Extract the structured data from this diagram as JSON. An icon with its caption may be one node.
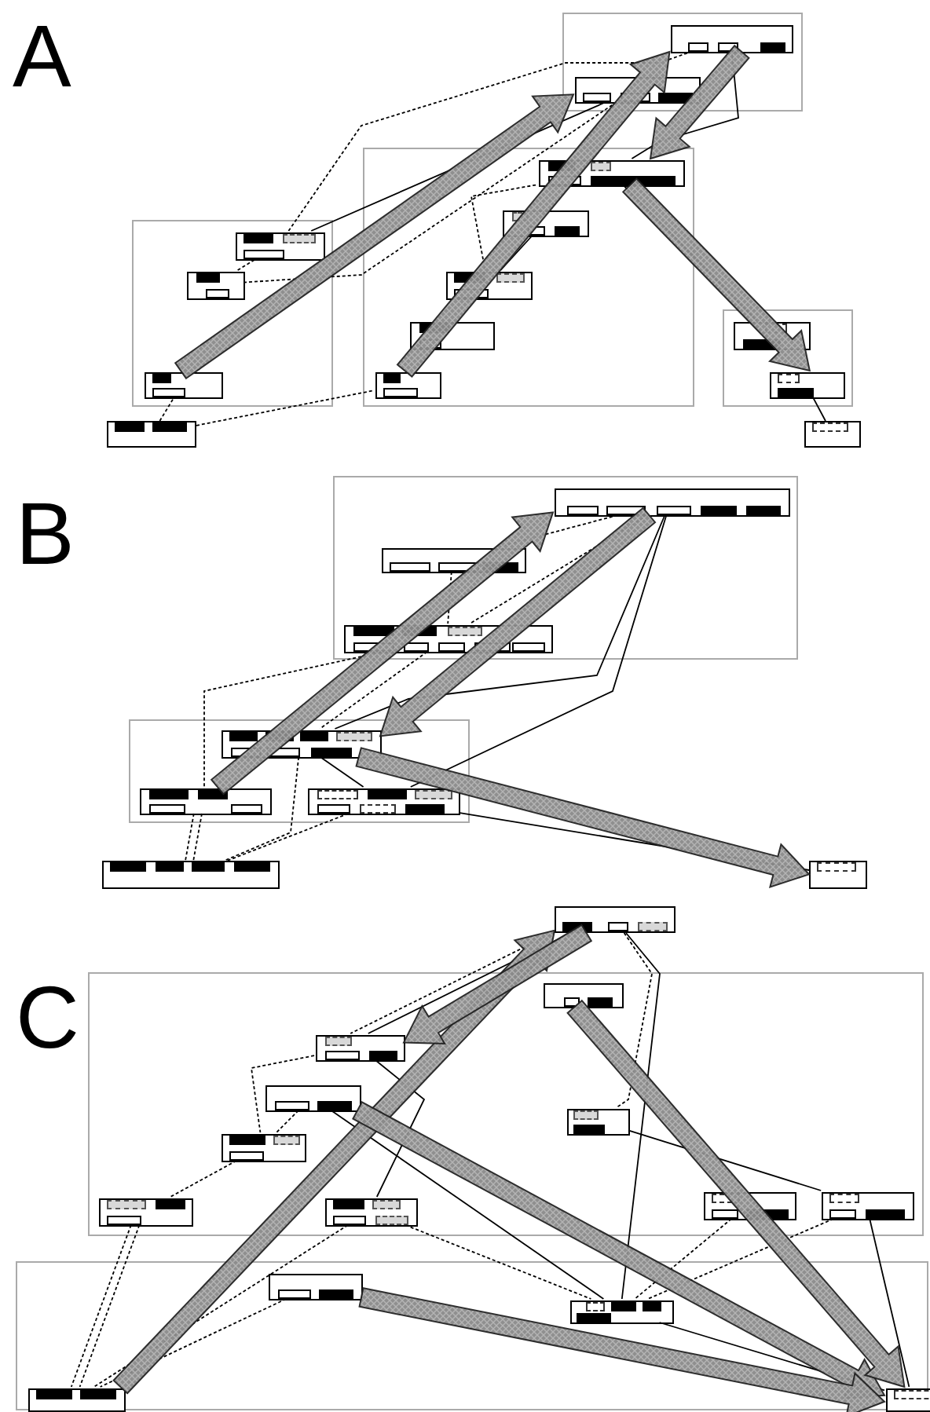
{
  "diagram": {
    "nodes": [
      {
        "text": [],
        "shape": "box"
      },
      {
        "text": [],
        "shape": "box",
        "in": 0
      },
      {
        "text": [],
        "shape": "box",
        "in": 0
      },
      {
        "text": [],
        "shape": "box"
      },
      {
        "text": [],
        "shape": "box",
        "in": 3
      },
      {
        "text": [],
        "shape": "box",
        "in": 3
      },
      {
        "text": [],
        "shape": "box",
        "in": 3
      },
      {
        "text": [],
        "shape": "box"
      },
      {
        "text": [],
        "shape": "box",
        "in": 7
      },
      {
        "text": [],
        "shape": "box",
        "in": 7
      },
      {
        "text": [],
        "shape": "box",
        "in": 7
      },
      {
        "text": [],
        "shape": "box",
        "in": 7
      },
      {
        "text": [],
        "shape": "box",
        "in": 7
      },
      {
        "text": [],
        "shape": "box"
      },
      {
        "text": [],
        "shape": "box",
        "in": 13
      },
      {
        "text": [],
        "shape": "box",
        "in": 13
      },
      {
        "text": [],
        "shape": "box"
      },
      {
        "text": [],
        "shape": "box"
      },
      {
        "text": [],
        "shape": "box"
      },
      {
        "text": [],
        "shape": "box",
        "in": 18
      },
      {
        "text": [],
        "shape": "box",
        "in": 18
      },
      {
        "text": [],
        "shape": "box",
        "in": 18
      },
      {
        "text": [],
        "shape": "box"
      },
      {
        "text": [],
        "shape": "box",
        "in": 22
      },
      {
        "text": [],
        "shape": "box",
        "in": 22
      },
      {
        "text": [],
        "shape": "box",
        "in": 22
      },
      {
        "text": [],
        "shape": "box"
      },
      {
        "text": [],
        "shape": "box"
      },
      {
        "text": [],
        "shape": "box"
      },
      {
        "text": [],
        "shape": "box"
      },
      {
        "text": [],
        "shape": "box",
        "in": 29
      },
      {
        "text": [],
        "shape": "box",
        "in": 29
      },
      {
        "text": [],
        "shape": "box",
        "in": 29
      },
      {
        "text": [],
        "shape": "box",
        "in": 29
      },
      {
        "text": [],
        "shape": "box",
        "in": 29
      },
      {
        "text": [],
        "shape": "box",
        "in": 29
      },
      {
        "text": [],
        "shape": "box",
        "in": 29
      },
      {
        "text": [],
        "shape": "box",
        "in": 29
      },
      {
        "text": [],
        "shape": "box",
        "in": 29
      },
      {
        "text": [],
        "shape": "box"
      },
      {
        "text": [],
        "shape": "box",
        "in": 39
      },
      {
        "text": [],
        "shape": "box",
        "in": 39
      },
      {
        "text": [],
        "shape": "box",
        "in": 39
      },
      {
        "text": [],
        "shape": "box",
        "in": 39
      }
    ],
    "edges": [
      {
        "from": 6,
        "to": 2,
        "arrow": "to",
        "style": "thick",
        "color": "#808080"
      },
      {
        "from": 12,
        "to": 1,
        "arrow": "to",
        "style": "thick",
        "color": "#808080"
      },
      {
        "from": 1,
        "to": 8,
        "arrow": "to",
        "style": "thick",
        "color": "#808080"
      },
      {
        "from": 8,
        "to": 15,
        "arrow": "to",
        "style": "thick",
        "color": "#808080"
      },
      {
        "from": 4,
        "to": 1,
        "arrow": "none",
        "style": "dashed"
      },
      {
        "from": 4,
        "to": 2,
        "arrow": "none"
      },
      {
        "from": 5,
        "to": 4,
        "arrow": "none",
        "style": "dashed"
      },
      {
        "from": 5,
        "to": 2,
        "arrow": "none",
        "style": "dashed"
      },
      {
        "from": 16,
        "to": 6,
        "arrow": "none",
        "style": "dashed"
      },
      {
        "from": 16,
        "to": 12,
        "arrow": "none",
        "style": "dashed"
      },
      {
        "from": 10,
        "to": 8,
        "arrow": "none",
        "style": "dashed"
      },
      {
        "from": 1,
        "to": 8,
        "arrow": "none"
      },
      {
        "from": 9,
        "to": 10,
        "arrow": "none"
      },
      {
        "from": 8,
        "to": 14,
        "arrow": "none"
      },
      {
        "from": 15,
        "to": 17,
        "arrow": "none"
      },
      {
        "from": 24,
        "to": 19,
        "arrow": "to",
        "style": "thick",
        "color": "#808080"
      },
      {
        "from": 19,
        "to": 23,
        "arrow": "to",
        "style": "thick",
        "color": "#808080"
      },
      {
        "from": 23,
        "to": 27,
        "arrow": "to",
        "style": "thick",
        "color": "#808080"
      },
      {
        "from": 19,
        "to": 21,
        "arrow": "none",
        "style": "dashed"
      },
      {
        "from": 19,
        "to": 20,
        "arrow": "none",
        "style": "dashed"
      },
      {
        "from": 19,
        "to": 23,
        "arrow": "none"
      },
      {
        "from": 19,
        "to": 25,
        "arrow": "none"
      },
      {
        "from": 20,
        "to": 21,
        "arrow": "none",
        "style": "dashed"
      },
      {
        "from": 21,
        "to": 24,
        "arrow": "none",
        "style": "dashed"
      },
      {
        "from": 21,
        "to": 23,
        "arrow": "none",
        "style": "dashed"
      },
      {
        "from": 24,
        "to": 26,
        "arrow": "none",
        "style": "dashed"
      },
      {
        "from": 24,
        "to": 26,
        "arrow": "none",
        "style": "dashed"
      },
      {
        "from": 23,
        "to": 26,
        "arrow": "none",
        "style": "dashed"
      },
      {
        "from": 25,
        "to": 26,
        "arrow": "none",
        "style": "dashed"
      },
      {
        "from": 23,
        "to": 25,
        "arrow": "none"
      },
      {
        "from": 25,
        "to": 27,
        "arrow": "none"
      },
      {
        "from": 42,
        "to": 28,
        "arrow": "to",
        "style": "thick",
        "color": "#808080"
      },
      {
        "from": 28,
        "to": 31,
        "arrow": "to",
        "style": "thick",
        "color": "#808080"
      },
      {
        "from": 32,
        "to": 43,
        "arrow": "to",
        "style": "thick",
        "color": "#808080"
      },
      {
        "from": 30,
        "to": 43,
        "arrow": "to",
        "style": "thick",
        "color": "#808080"
      },
      {
        "from": 40,
        "to": 43,
        "arrow": "to",
        "style": "thick",
        "color": "#808080"
      },
      {
        "from": 28,
        "to": 31,
        "arrow": "none"
      },
      {
        "from": 28,
        "to": 41,
        "arrow": "none"
      },
      {
        "from": 28,
        "to": 33,
        "arrow": "none",
        "style": "dashed"
      },
      {
        "from": 28,
        "to": 31,
        "arrow": "none",
        "style": "dashed"
      },
      {
        "from": 33,
        "to": 38,
        "arrow": "none"
      },
      {
        "from": 31,
        "to": 36,
        "arrow": "none"
      },
      {
        "from": 31,
        "to": 34,
        "arrow": "none",
        "style": "dashed"
      },
      {
        "from": 32,
        "to": 34,
        "arrow": "none",
        "style": "dashed"
      },
      {
        "from": 34,
        "to": 35,
        "arrow": "none",
        "style": "dashed"
      },
      {
        "from": 35,
        "to": 42,
        "arrow": "none",
        "style": "dashed"
      },
      {
        "from": 35,
        "to": 42,
        "arrow": "none",
        "style": "dashed"
      },
      {
        "from": 36,
        "to": 42,
        "arrow": "none",
        "style": "dashed"
      },
      {
        "from": 36,
        "to": 41,
        "arrow": "none",
        "style": "dashed"
      },
      {
        "from": 40,
        "to": 42,
        "arrow": "none",
        "style": "dashed"
      },
      {
        "from": 37,
        "to": 41,
        "arrow": "none",
        "style": "dashed"
      },
      {
        "from": 38,
        "to": 41,
        "arrow": "none",
        "style": "dashed"
      },
      {
        "from": 38,
        "to": 43,
        "arrow": "none"
      },
      {
        "from": 32,
        "to": 41,
        "arrow": "none"
      },
      {
        "from": 41,
        "to": 43,
        "arrow": "none"
      }
    ],
    "labels": [
      "A",
      "B",
      "C"
    ]
  }
}
